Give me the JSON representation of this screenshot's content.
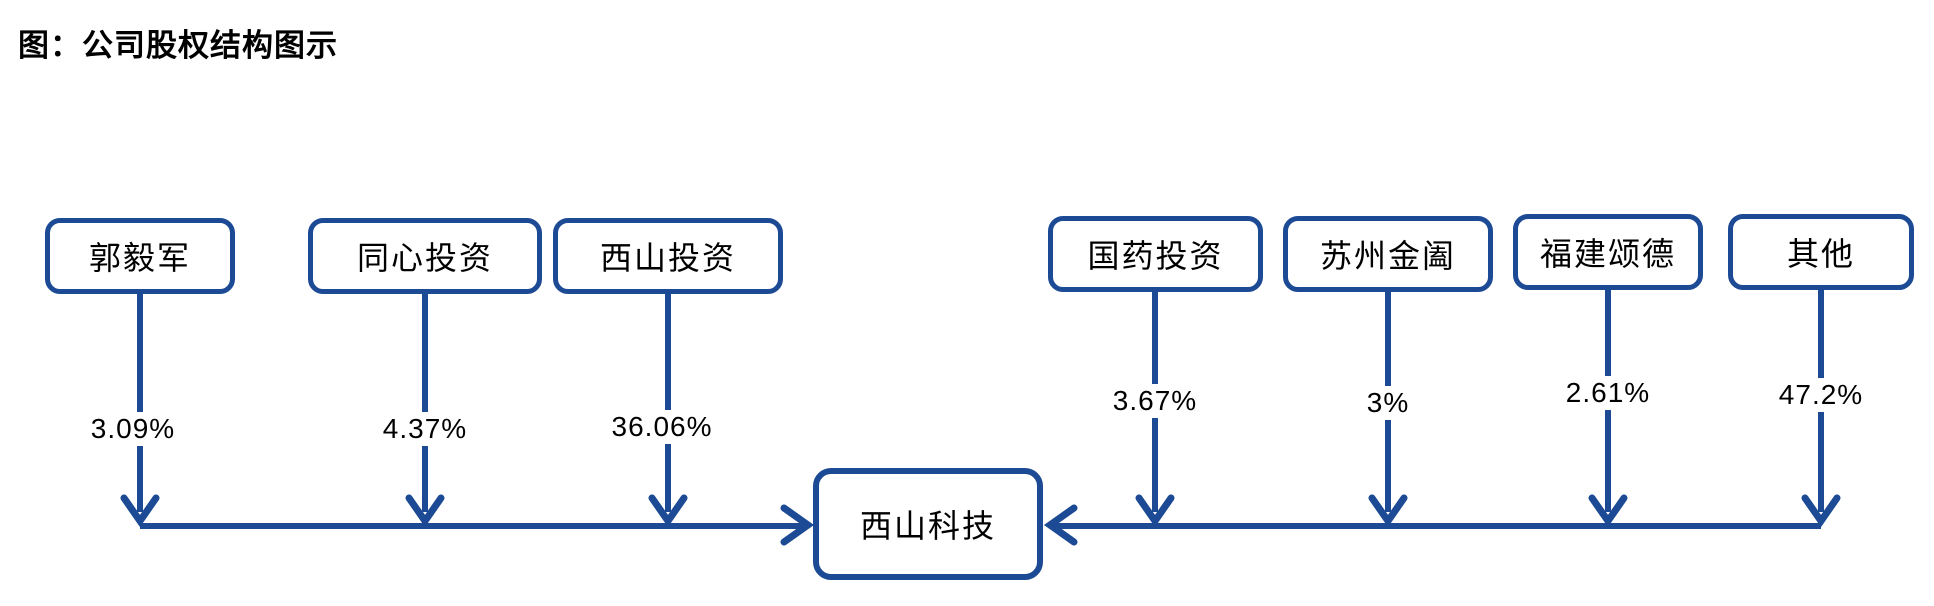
{
  "title": "图：公司股权结构图示",
  "company": {
    "name": "西山科技"
  },
  "shareholders": [
    {
      "name": "郭毅军",
      "percent": "3.09%"
    },
    {
      "name": "同心投资",
      "percent": "4.37%"
    },
    {
      "name": "西山投资",
      "percent": "36.06%"
    },
    {
      "name": "国药投资",
      "percent": "3.67%"
    },
    {
      "name": "苏州金阖",
      "percent": "3%"
    },
    {
      "name": "福建颂德",
      "percent": "2.61%"
    },
    {
      "name": "其他",
      "percent": "47.2%"
    }
  ],
  "colors": {
    "accent": "#1C4A94",
    "text": "#000000",
    "background": "#FFFFFF"
  }
}
